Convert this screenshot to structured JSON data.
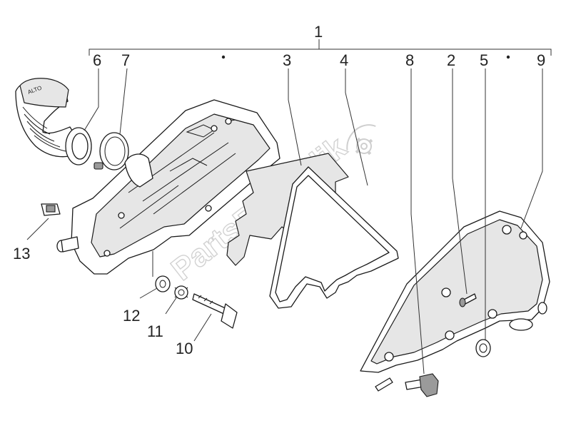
{
  "diagram": {
    "watermark": "PartsRepublik",
    "callouts": {
      "c1": "1",
      "c2": "2",
      "c3": "3",
      "c4": "4",
      "c5": "5",
      "c6": "6",
      "c7": "7",
      "c8": "8",
      "c9": "9",
      "c10": "10",
      "c11": "11",
      "c12": "12",
      "c13": "13"
    },
    "hose_marking": "ALTO"
  }
}
